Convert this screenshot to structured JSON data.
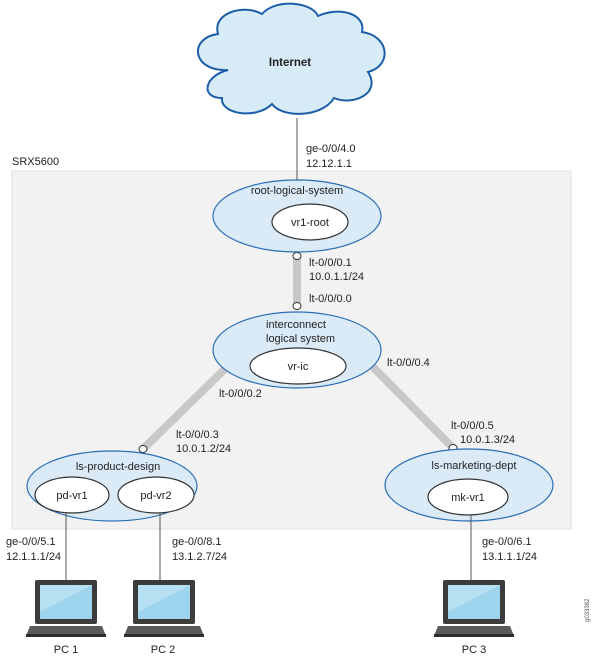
{
  "internet": {
    "label": "Internet"
  },
  "device": {
    "label": "SRX5600"
  },
  "uplink": {
    "interface": "ge-0/0/4.0",
    "ip": "12.12.1.1"
  },
  "root": {
    "title": "root-logical-system",
    "vr": "vr1-root"
  },
  "link_root": {
    "if_root": "lt-0/0/0.1",
    "ip_root": "10.0.1.1/24",
    "if_ic": "lt-0/0/0.0"
  },
  "interconnect": {
    "title_line1": "interconnect",
    "title_line2": "logical system",
    "vr": "vr-ic"
  },
  "link_pd": {
    "if_ic": "lt-0/0/0.2",
    "if_pd": "lt-0/0/0.3",
    "ip_pd": "10.0.1.2/24"
  },
  "link_mk": {
    "if_ic": "lt-0/0/0.4",
    "if_mk": "lt-0/0/0.5",
    "ip_mk": "10.0.1.3/24"
  },
  "product": {
    "title": "ls-product-design",
    "vr1": "pd-vr1",
    "vr2": "pd-vr2"
  },
  "marketing": {
    "title": "ls-marketing-dept",
    "vr": "mk-vr1"
  },
  "pc1": {
    "interface": "ge-0/0/5.1",
    "ip": "12.1.1.1/24",
    "label": "PC 1"
  },
  "pc2": {
    "interface": "ge-0/0/8.1",
    "ip": "13.1.2.7/24",
    "label": "PC 2"
  },
  "pc3": {
    "interface": "ge-0/0/6.1",
    "ip": "13.1.1.1/24",
    "label": "PC 3"
  },
  "figure_id": "g033382",
  "colors": {
    "cloud_fill": "#d8ecf8",
    "cloud_stroke": "#1d5ea8",
    "ellipse_fill": "#dbeaf7",
    "ellipse_stroke": "#2a6db5",
    "device_bg": "#f2f2f2",
    "link_gray": "#c8c8c8",
    "monitor_frame": "#3c3c3c",
    "screen": "#9fd4ee"
  }
}
